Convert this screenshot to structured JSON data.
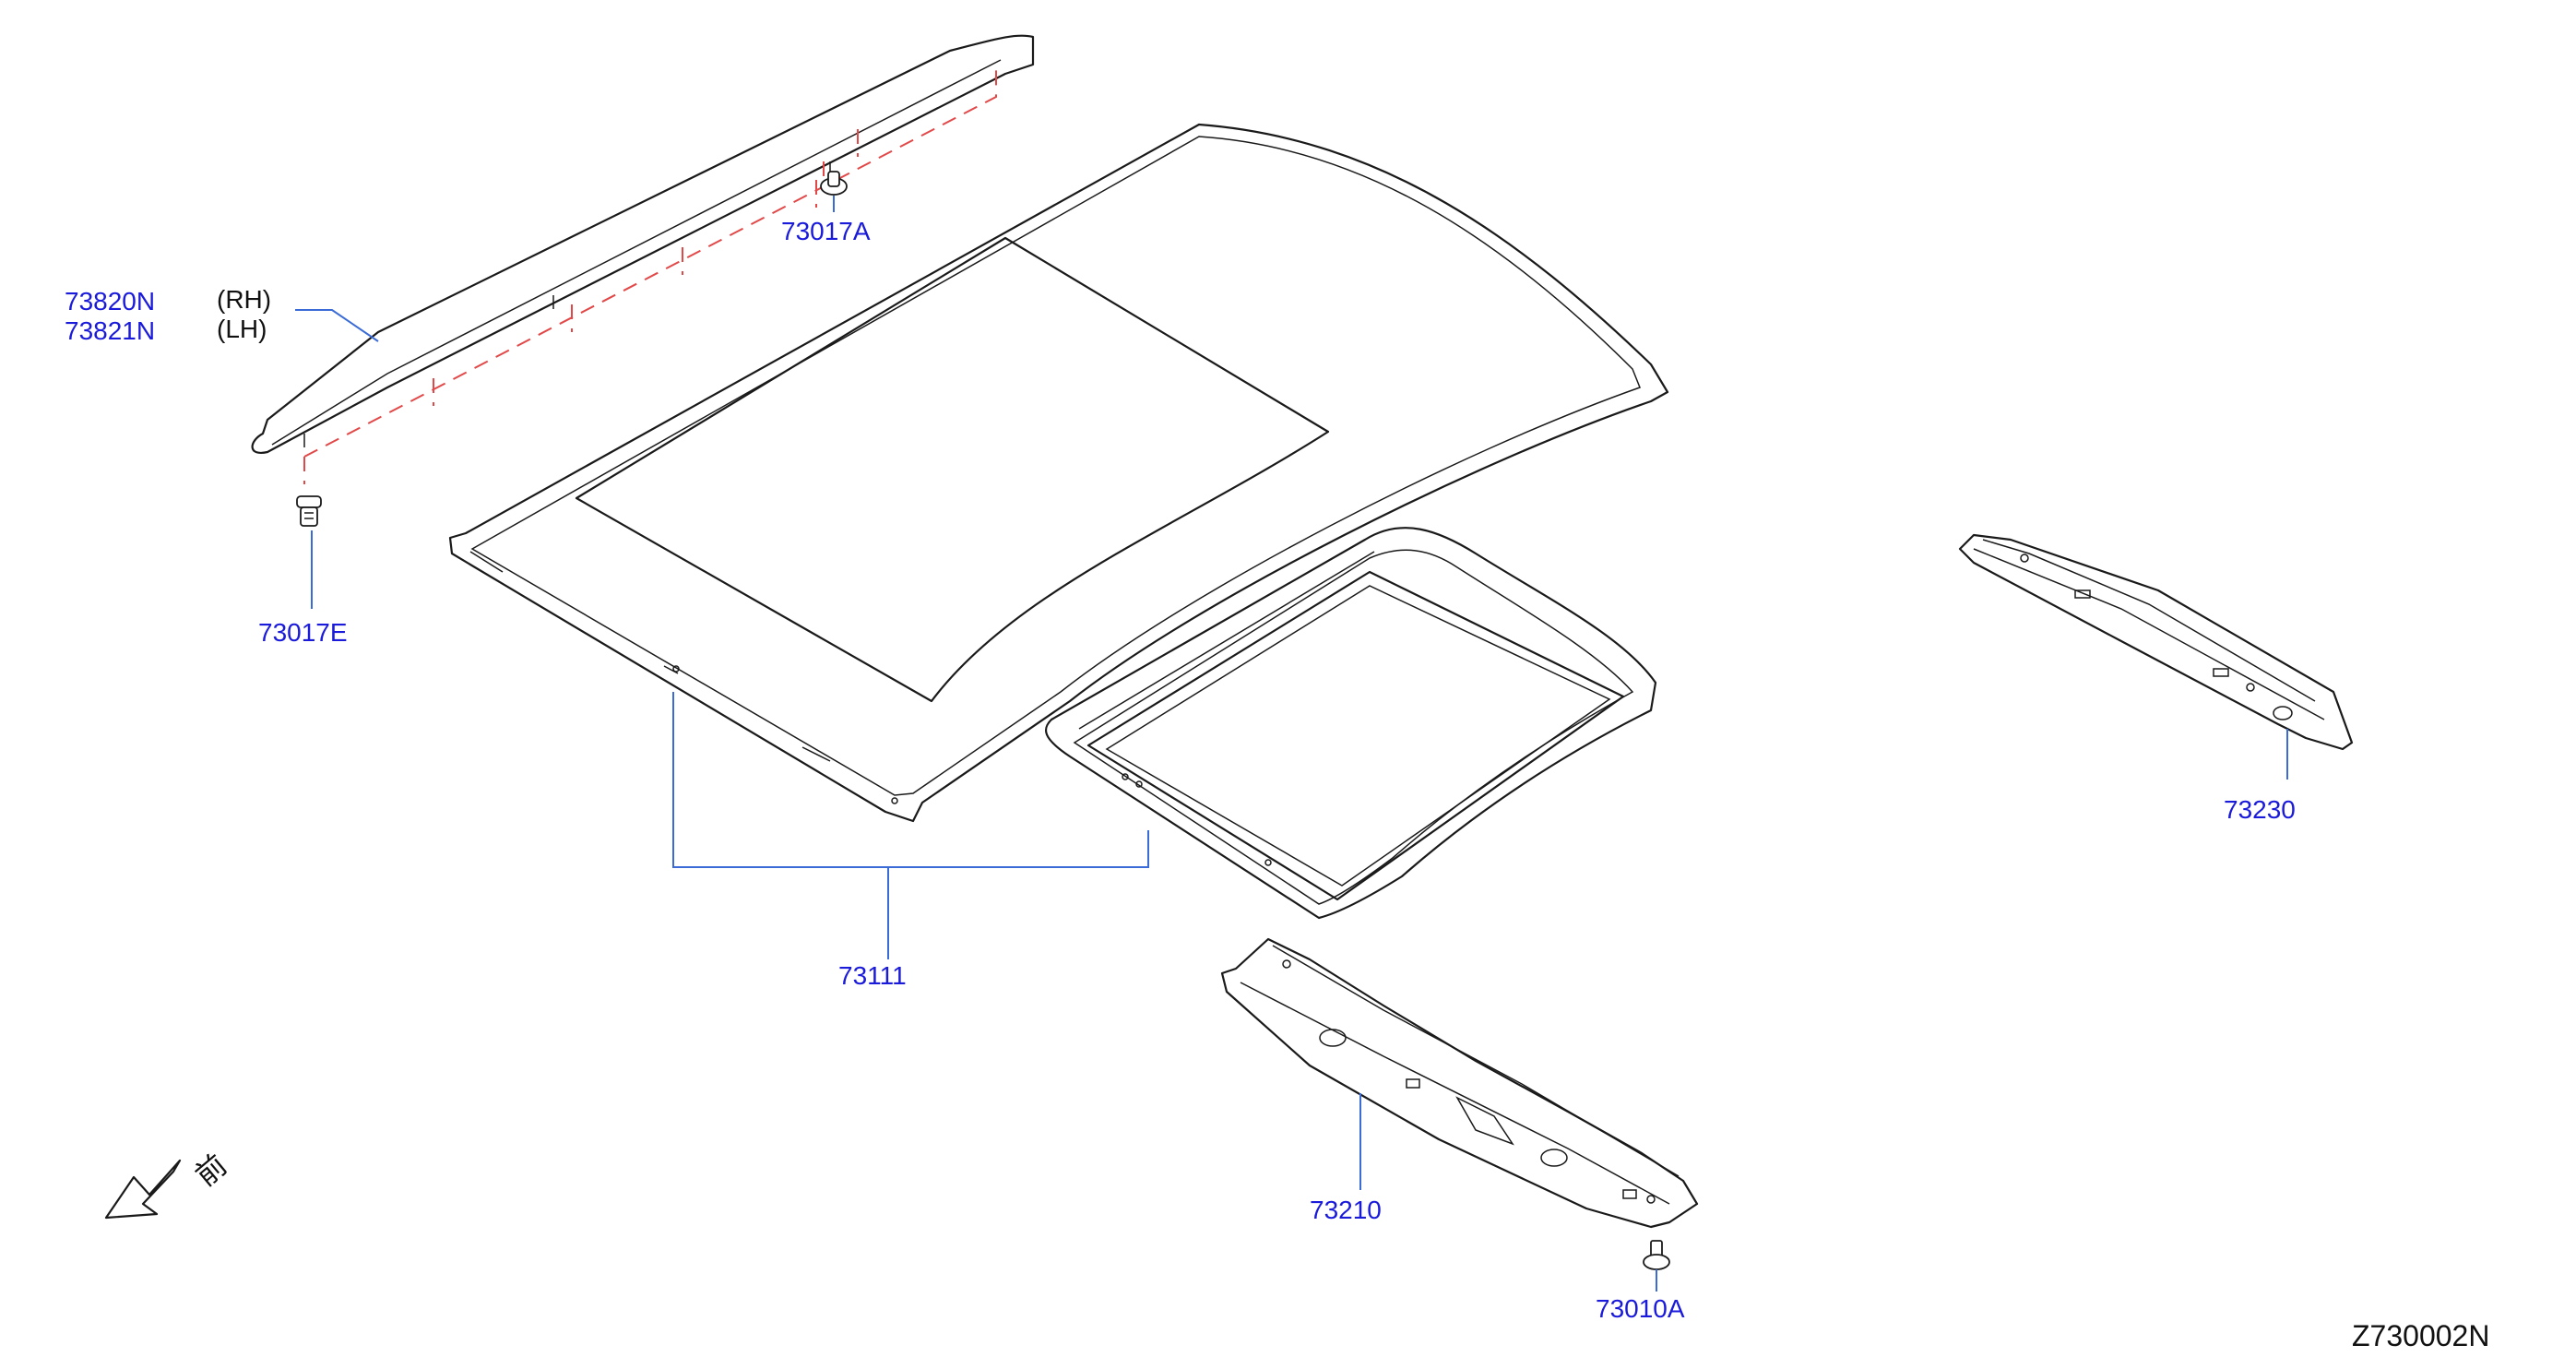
{
  "labels": {
    "rail_rh_part": "73820N",
    "rail_rh_side": "(RH)",
    "rail_lh_part": "73821N",
    "rail_lh_side": "(LH)",
    "clip_a": "73017A",
    "clip_e": "73017E",
    "roof_panel": "73111",
    "rear_rail": "73230",
    "front_rail": "73210",
    "bolt": "73010A",
    "front_marker": "前",
    "diagram_code": "Z730002N"
  }
}
